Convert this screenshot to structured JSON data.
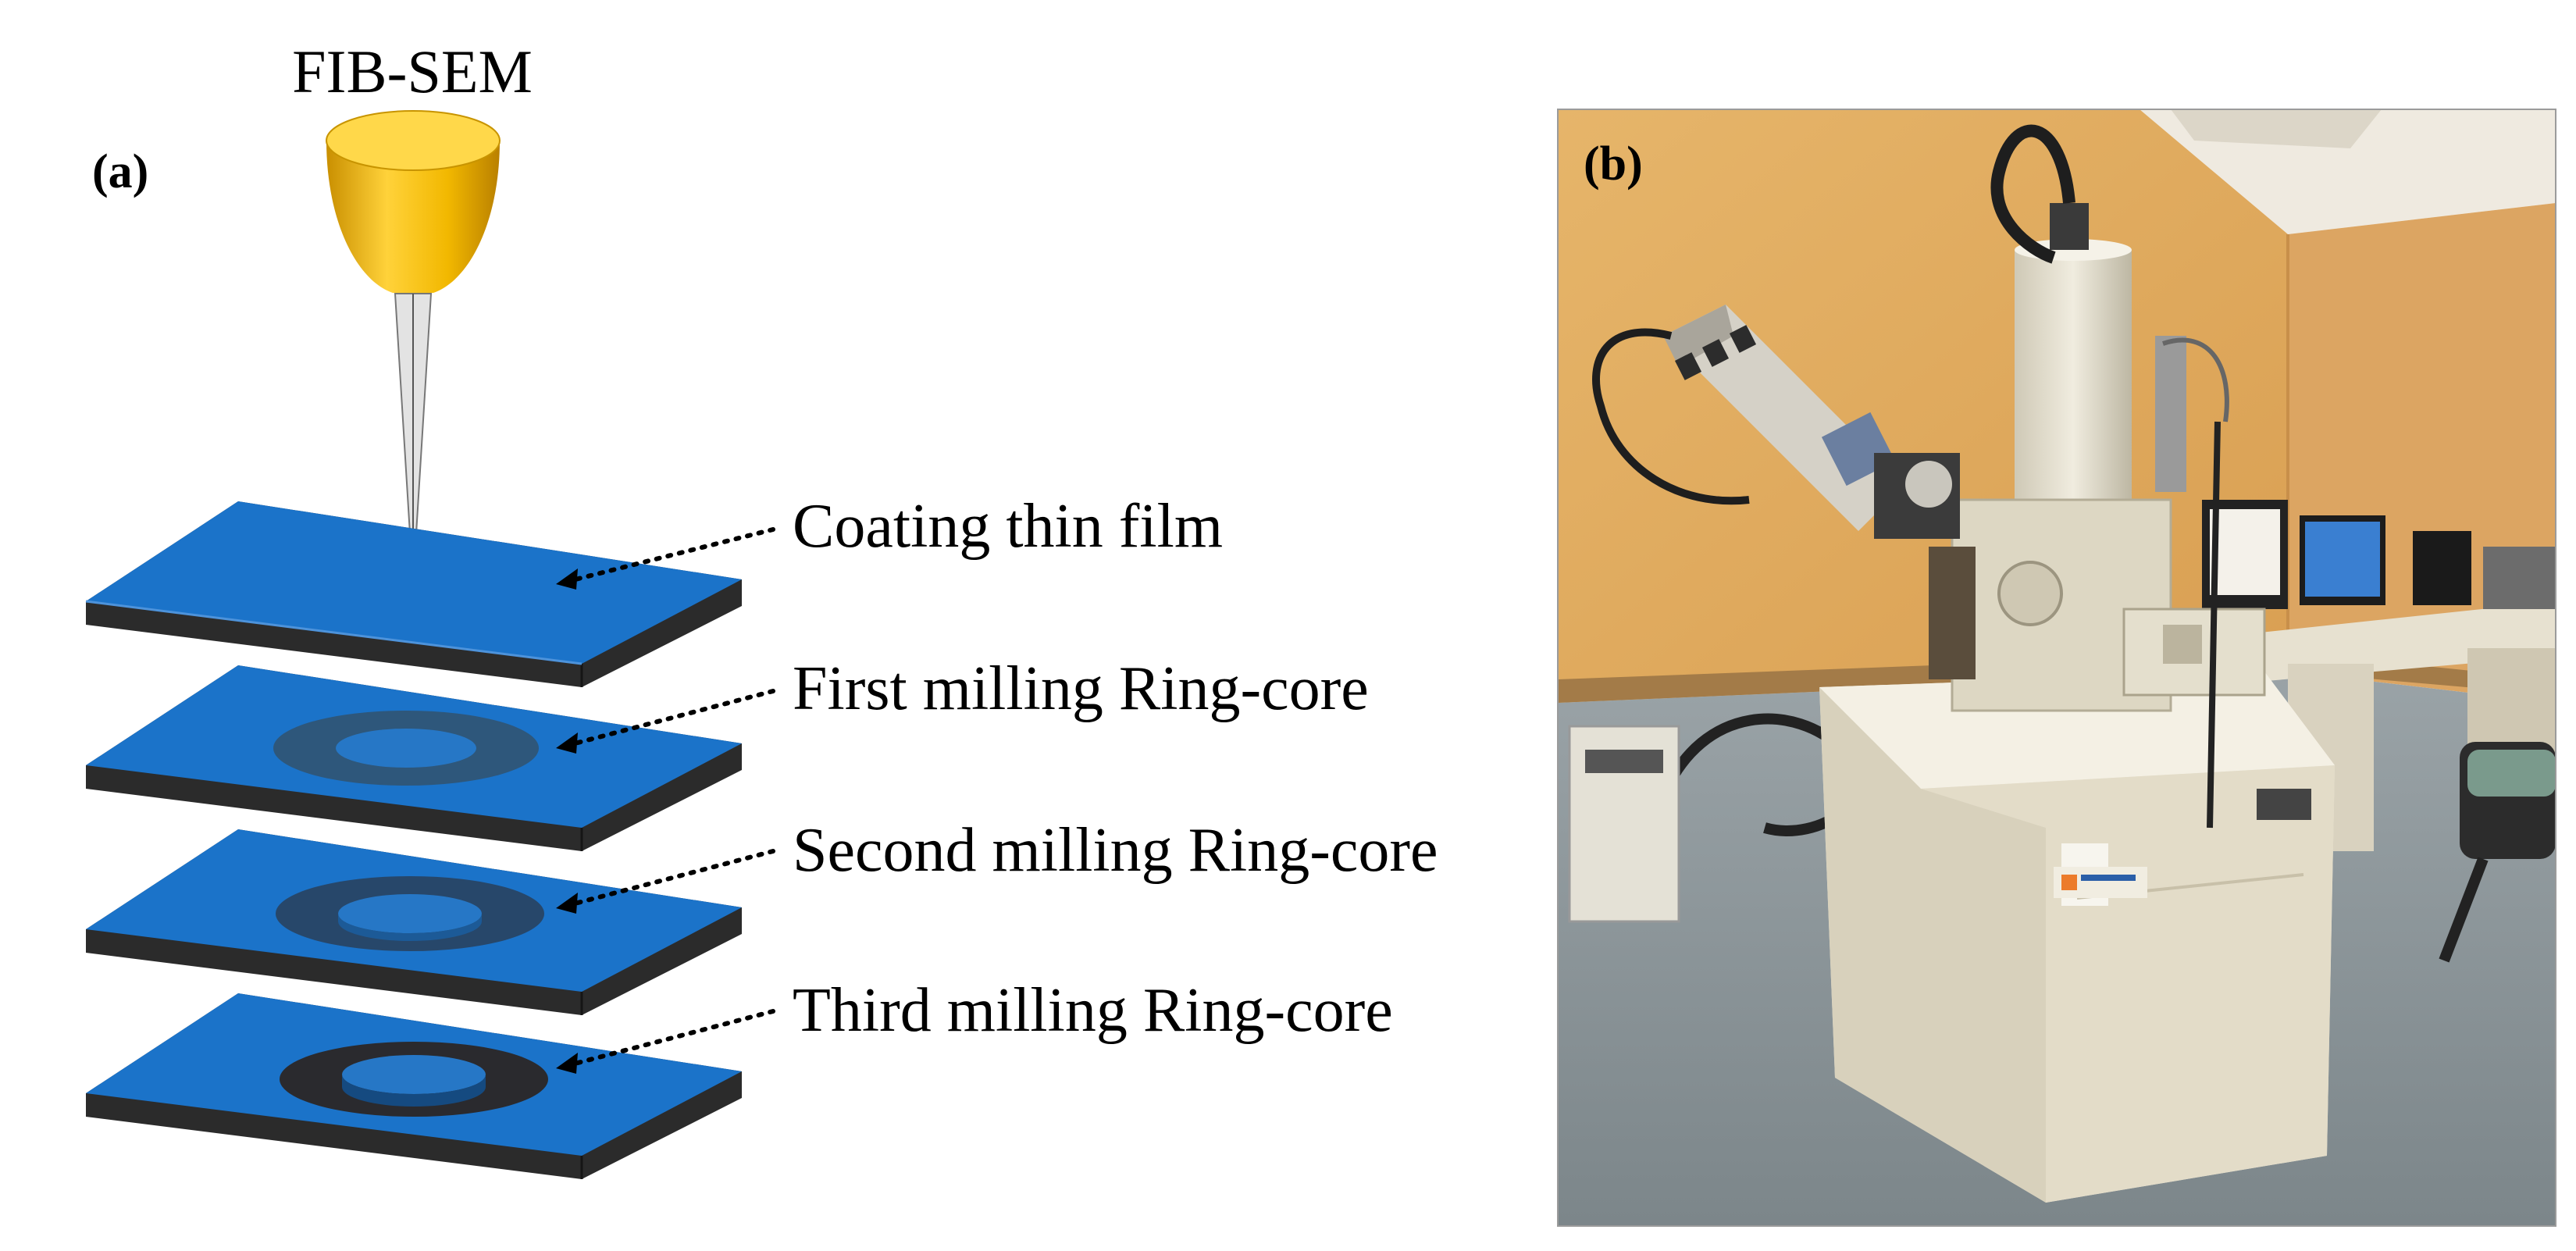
{
  "figure": {
    "title": "FIB-SEM",
    "panel_a_tag": "(a)",
    "panel_b_tag": "(b)",
    "layers": [
      {
        "label": "Coating thin film"
      },
      {
        "label": "First milling Ring-core"
      },
      {
        "label": "Second milling Ring-core"
      },
      {
        "label": "Third milling Ring-core"
      }
    ]
  },
  "colors": {
    "sample_top": "#1b73c9",
    "sample_side": "#2b2b2b",
    "ring_trench_first": "#2e577b",
    "ring_trench_second": "#27476a",
    "ring_trench_third": "#2a2a2e",
    "fib_gun": "#f2b800",
    "wall_paint": "#e8b86f",
    "instrument_body": "#e9e4d4",
    "floor": "#8a9498"
  },
  "icons": {
    "fib_gun": "fib-gun-icon",
    "ion_beam": "ion-beam-icon",
    "microscope_photo": "fib-sem-instrument-photo"
  }
}
